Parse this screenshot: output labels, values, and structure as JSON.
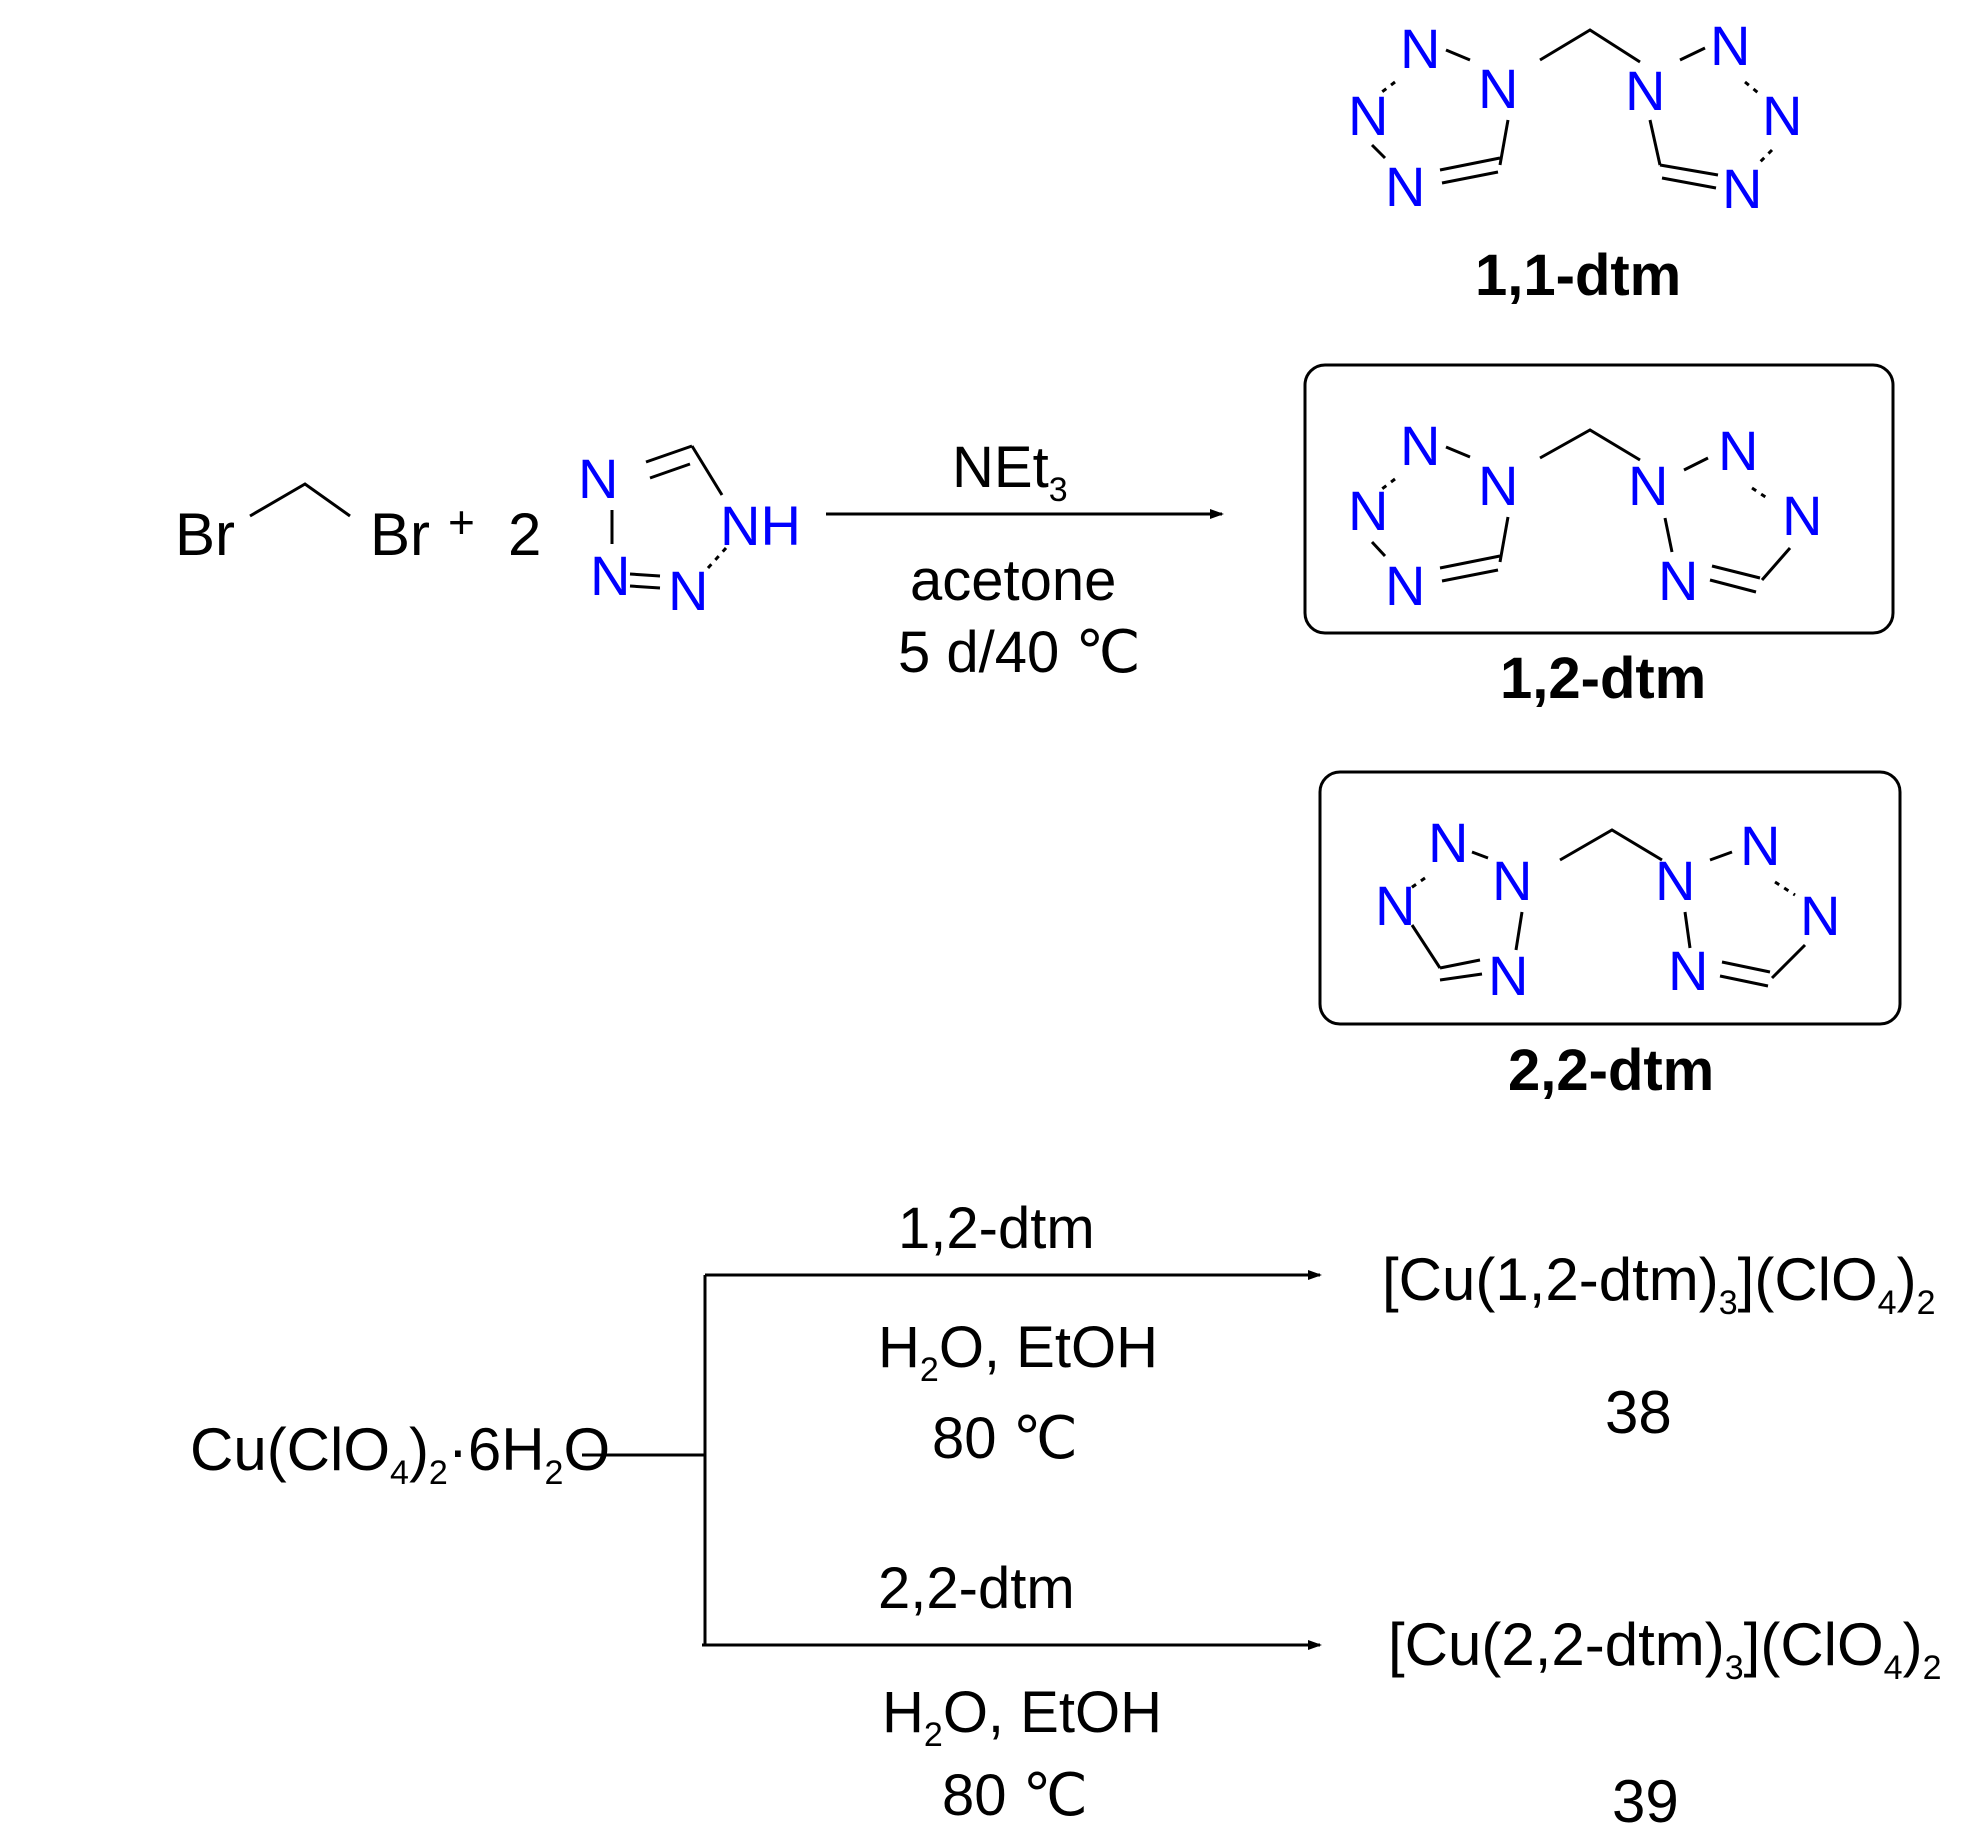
{
  "colors": {
    "heteroatom": "#0000ff",
    "bond": "#000000",
    "text": "#000000"
  },
  "atom_symbols": {
    "nitrogen": "N",
    "nh": "NH",
    "bromine": "Br"
  },
  "reaction1": {
    "plus": "+",
    "coefficient": "2",
    "reagent_main": "NEt",
    "reagent_sub": "3",
    "solvent": "acetone",
    "conditions": "5 d/40 ℃"
  },
  "products": {
    "p11": "1,1-dtm",
    "p12": "1,2-dtm",
    "p22": "2,2-dtm"
  },
  "reaction2": {
    "start": {
      "a": "Cu(ClO",
      "s1": "4",
      "b": ")",
      "s2": "2",
      "c": "·6H",
      "s3": "2",
      "d": "O"
    },
    "upper": {
      "reagent": "1,2-dtm",
      "solvent": {
        "a": "H",
        "s": "2",
        "b": "O, EtOH"
      },
      "temp": "80 ℃",
      "product": {
        "a": "[Cu(1,2-dtm)",
        "s1": "3",
        "b": "](ClO",
        "s2": "4",
        "c": ")",
        "s3": "2"
      },
      "number": "38"
    },
    "lower": {
      "reagent": "2,2-dtm",
      "solvent": {
        "a": "H",
        "s": "2",
        "b": "O, EtOH"
      },
      "temp": "80 ℃",
      "product": {
        "a": "[Cu(2,2-dtm)",
        "s1": "3",
        "b": "](ClO",
        "s2": "4",
        "c": ")",
        "s3": "2"
      },
      "number": "39"
    }
  }
}
